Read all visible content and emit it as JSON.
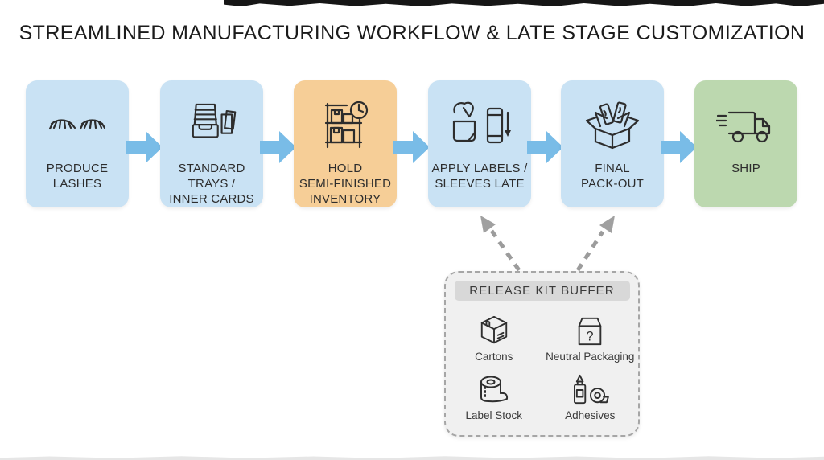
{
  "title": "STREAMLINED MANUFACTURING WORKFLOW & LATE STAGE CUSTOMIZATION",
  "workflow": {
    "steps": [
      {
        "name": "produce-lashes",
        "icon": "eyelashes-icon",
        "lines": [
          "PRODUCE",
          "LASHES"
        ],
        "color": "#c9e2f4"
      },
      {
        "name": "standard-trays",
        "icon": "trays-cards-icon",
        "lines": [
          "STANDARD",
          "TRAYS /",
          "INNER CARDS"
        ],
        "color": "#c9e2f4"
      },
      {
        "name": "hold-inventory",
        "icon": "shelf-clock-icon",
        "lines": [
          "HOLD",
          "SEMI-FINISHED",
          "INVENTORY"
        ],
        "color": "#f6ce97"
      },
      {
        "name": "apply-labels-sleeves",
        "icon": "apply-label-icon",
        "lines": [
          "APPLY LABELS /",
          "SLEEVES LATE"
        ],
        "color": "#c9e2f4"
      },
      {
        "name": "final-pack-out",
        "icon": "open-box-icon",
        "lines": [
          "FINAL",
          "PACK-OUT"
        ],
        "color": "#c9e2f4"
      },
      {
        "name": "ship",
        "icon": "truck-icon",
        "lines": [
          "SHIP"
        ],
        "color": "#bcd8af"
      }
    ],
    "arrow_color": "#79bce7"
  },
  "buffer": {
    "title": "RELEASE KIT BUFFER",
    "items": [
      {
        "label": "Cartons",
        "icon": "carton-box-icon"
      },
      {
        "label": "Neutral Packaging",
        "icon": "question-box-icon"
      },
      {
        "label": "Label Stock",
        "icon": "label-roll-icon"
      },
      {
        "label": "Adhesives",
        "icon": "glue-tape-icon"
      }
    ],
    "fill": "#f0f0f0",
    "header_fill": "#d8d8d8",
    "connector_color": "#9c9c9c"
  }
}
